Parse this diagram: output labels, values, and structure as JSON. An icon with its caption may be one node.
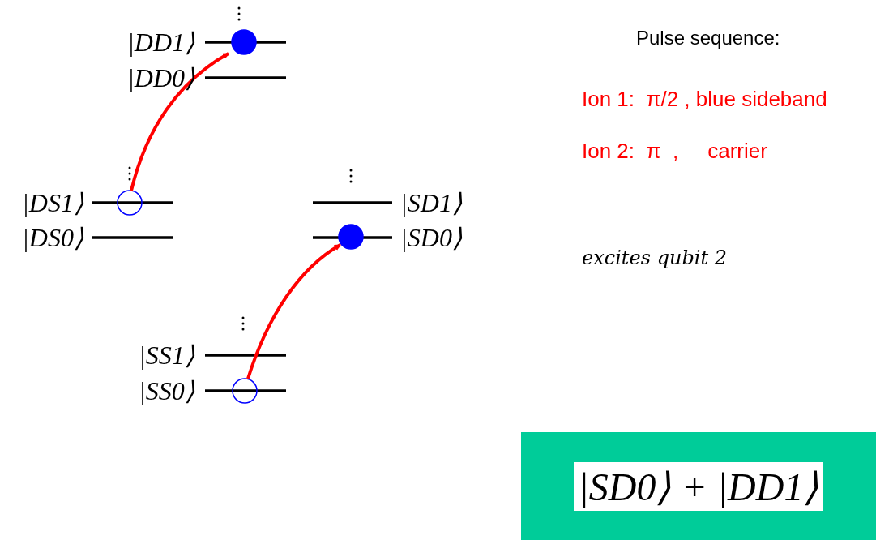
{
  "diagram": {
    "nodes": [
      {
        "text": [],
        "shape": "circle"
      },
      {
        "text": [],
        "shape": "circle"
      },
      {
        "text": [],
        "shape": "circle"
      },
      {
        "text": [],
        "shape": "circle"
      },
      {
        "text": [
          "|SD0⟩ + |DD1⟩"
        ]
      }
    ],
    "edges": [
      {
        "from": 1,
        "to": 0,
        "arrow": "to"
      },
      {
        "from": 3,
        "to": 2,
        "arrow": "to"
      }
    ],
    "labels": [
      "|DD1⟩",
      "Pulse sequence:",
      "|DD0⟩",
      "Ion 1:  π/2 , blue sideband",
      "Ion 2:  π  ,     carrier",
      "|DS1⟩",
      "|SD1⟩",
      "|DS0⟩",
      "|SD0⟩",
      "excites qubit 2",
      "|SS1⟩",
      "|SS0⟩"
    ]
  }
}
